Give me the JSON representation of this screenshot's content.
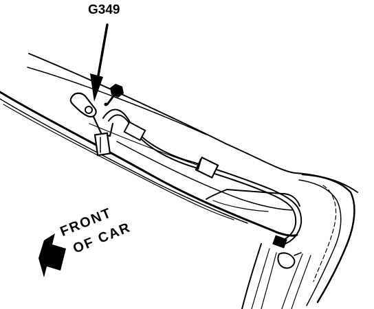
{
  "diagram": {
    "callout": {
      "label": "G349"
    },
    "direction_label": {
      "line1": "FRONT",
      "line2": "OF CAR"
    },
    "colors": {
      "ink": "#000000",
      "paper": "#ffffff"
    },
    "icons": {
      "direction_arrow": "arrow-left-icon",
      "ground_bolt": "bolt-icon"
    }
  }
}
